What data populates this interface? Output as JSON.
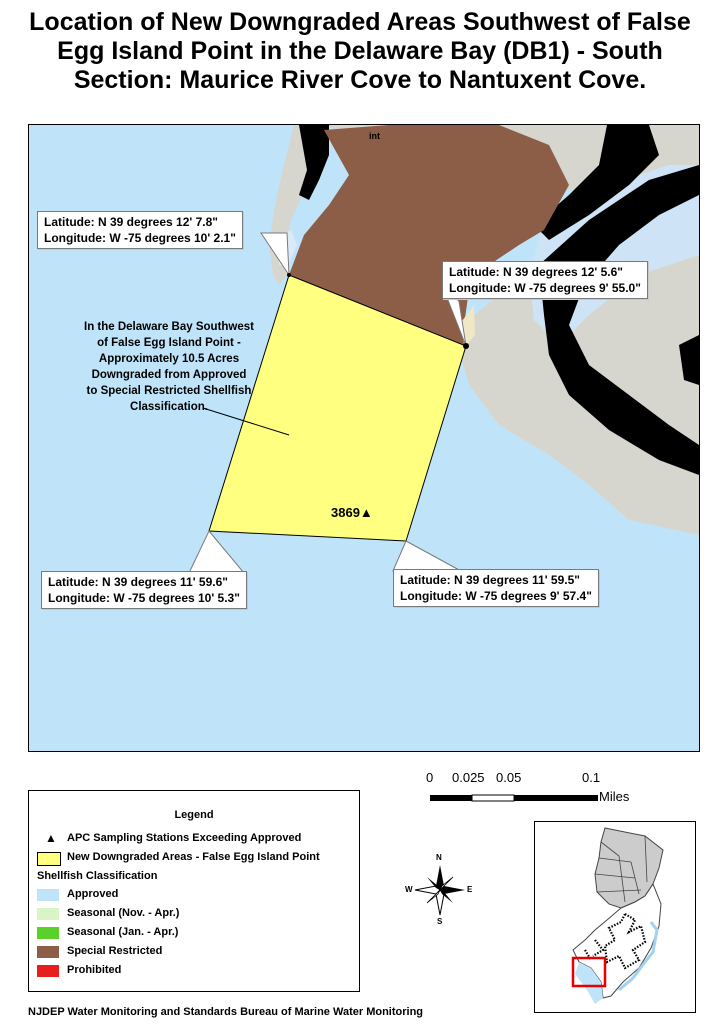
{
  "title": {
    "line1": "Location of New Downgraded Areas Southwest of False",
    "line2": "Egg Island Point in the Delaware Bay (DB1) - South",
    "line3": "Section: Maurice River Cove to Nantuxent Cove."
  },
  "map": {
    "place_label_fragment": "int",
    "callouts": [
      {
        "lat": "Latitude: N 39 degrees 12' 7.8\"",
        "lon": "Longitude: W -75 degrees 10' 2.1\""
      },
      {
        "lat": "Latitude: N 39 degrees 12' 5.6\"",
        "lon": "Longitude: W -75 degrees 9' 55.0\""
      },
      {
        "lat": "Latitude: N 39 degrees 11' 59.6\"",
        "lon": "Longitude: W -75 degrees 10' 5.3\""
      },
      {
        "lat": "Latitude: N 39 degrees 11' 59.5\"",
        "lon": "Longitude: W -75 degrees 9' 57.4\""
      }
    ],
    "note": [
      "In the Delaware Bay Southwest",
      "of False Egg Island Point -",
      "Approximately 10.5 Acres",
      "Downgraded from Approved",
      "to Special Restricted Shellfish",
      "Classification."
    ],
    "station_label": "3869",
    "station_marker": "▲"
  },
  "scale": {
    "ticks": [
      "0",
      "0.025",
      "0.05",
      "0.1"
    ],
    "units": "Miles"
  },
  "legend": {
    "title": "Legend",
    "station_label": "APC Sampling Stations Exceeding Approved",
    "downgraded_label": "New Downgraded Areas - False Egg Island Point",
    "classification_heading": "Shellfish Classification",
    "classes": [
      {
        "label": "Approved",
        "color": "#bfe4fa"
      },
      {
        "label": "Seasonal (Nov. - Apr.)",
        "color": "#d9f5c8"
      },
      {
        "label": "Seasonal (Jan. - Apr.)",
        "color": "#5ad12a"
      },
      {
        "label": "Special Restricted",
        "color": "#8c5e48"
      },
      {
        "label": "Prohibited",
        "color": "#e81e1e"
      }
    ],
    "downgraded_color": "#ffff80"
  },
  "compass": {
    "n": "N",
    "s": "S",
    "e": "E",
    "w": "W"
  },
  "footer": "NJDEP Water Monitoring and Standards Bureau of Marine Water Monitoring",
  "colors": {
    "water": "#bfe4fa",
    "land": "#d6d6cf",
    "special_restricted": "#8c5e48",
    "downgraded": "#ffff80",
    "inset_box": "#e60000"
  }
}
